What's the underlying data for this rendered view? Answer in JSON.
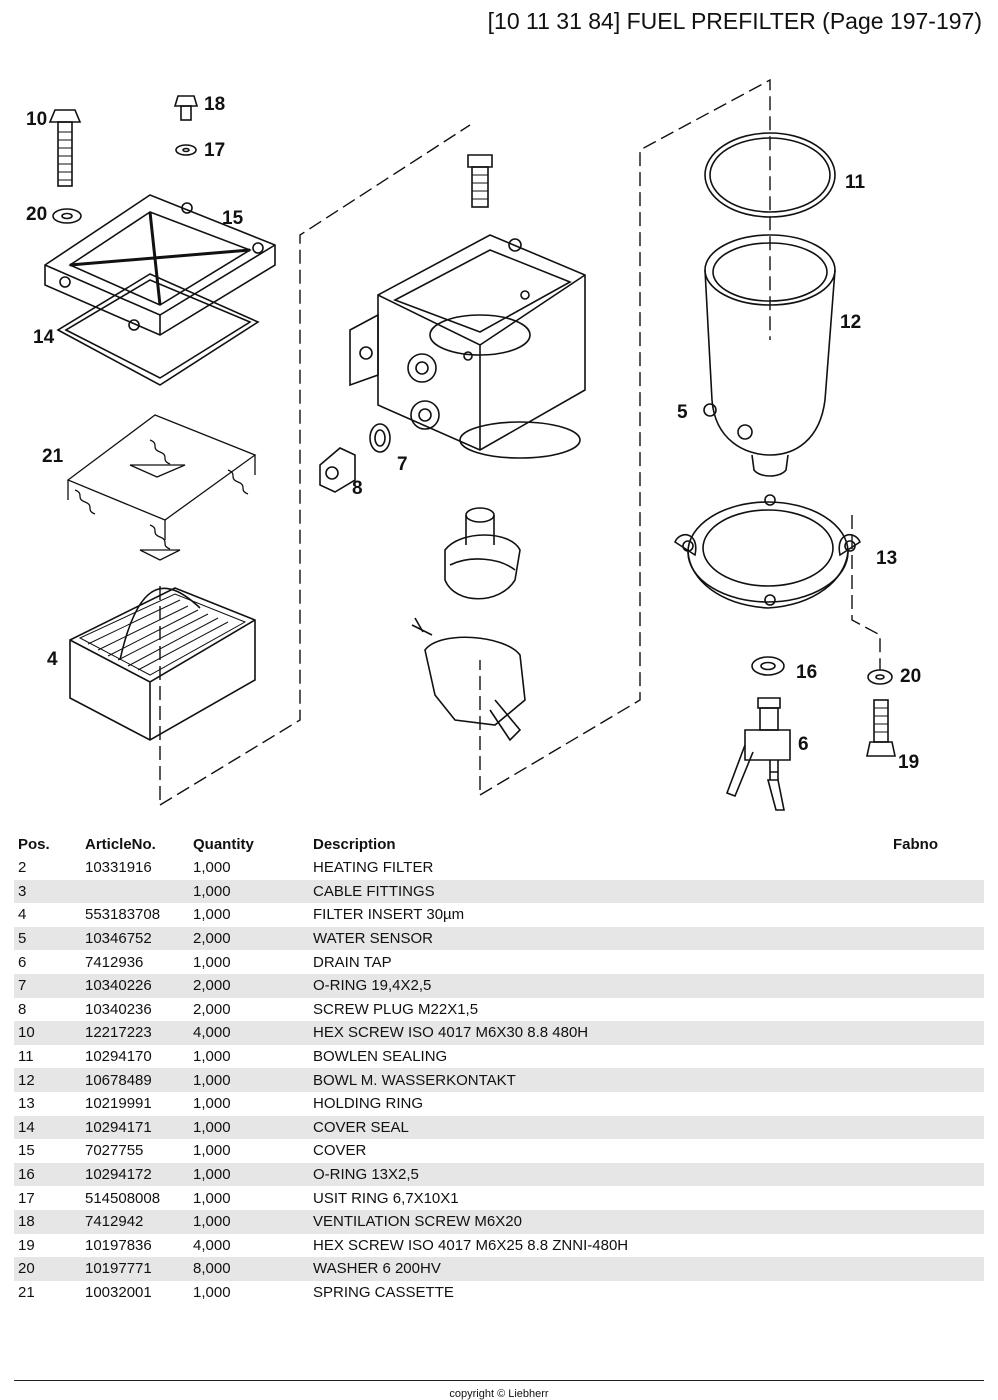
{
  "page": {
    "title": "[10 11 31 84] FUEL PREFILTER (Page 197-197)",
    "copyright": "copyright © Liebherr"
  },
  "diagram": {
    "callouts": [
      "10",
      "18",
      "17",
      "20",
      "15",
      "14",
      "21",
      "4",
      "11",
      "12",
      "5",
      "7",
      "8",
      "13",
      "16",
      "20",
      "6",
      "19"
    ]
  },
  "table": {
    "headers": {
      "pos": "Pos.",
      "article": "ArticleNo.",
      "qty": "Quantity",
      "desc": "Description",
      "fabno": "Fabno"
    },
    "rows": [
      {
        "pos": "2",
        "article": "10331916",
        "qty": "1,000",
        "desc": "HEATING FILTER",
        "fabno": ""
      },
      {
        "pos": "3",
        "article": "",
        "qty": "1,000",
        "desc": "CABLE FITTINGS",
        "fabno": ""
      },
      {
        "pos": "4",
        "article": "553183708",
        "qty": "1,000",
        "desc": "FILTER INSERT 30µm",
        "fabno": ""
      },
      {
        "pos": "5",
        "article": "10346752",
        "qty": "2,000",
        "desc": "WATER SENSOR",
        "fabno": ""
      },
      {
        "pos": "6",
        "article": "7412936",
        "qty": "1,000",
        "desc": "DRAIN TAP",
        "fabno": ""
      },
      {
        "pos": "7",
        "article": "10340226",
        "qty": "2,000",
        "desc": "O-RING 19,4X2,5",
        "fabno": ""
      },
      {
        "pos": "8",
        "article": "10340236",
        "qty": "2,000",
        "desc": "SCREW PLUG M22X1,5",
        "fabno": ""
      },
      {
        "pos": "10",
        "article": "12217223",
        "qty": "4,000",
        "desc": "HEX SCREW ISO 4017 M6X30 8.8 480H",
        "fabno": ""
      },
      {
        "pos": "11",
        "article": "10294170",
        "qty": "1,000",
        "desc": "BOWLEN SEALING",
        "fabno": ""
      },
      {
        "pos": "12",
        "article": "10678489",
        "qty": "1,000",
        "desc": "BOWL M. WASSERKONTAKT",
        "fabno": ""
      },
      {
        "pos": "13",
        "article": "10219991",
        "qty": "1,000",
        "desc": "HOLDING RING",
        "fabno": ""
      },
      {
        "pos": "14",
        "article": "10294171",
        "qty": "1,000",
        "desc": "COVER SEAL",
        "fabno": ""
      },
      {
        "pos": "15",
        "article": "7027755",
        "qty": "1,000",
        "desc": "COVER",
        "fabno": ""
      },
      {
        "pos": "16",
        "article": "10294172",
        "qty": "1,000",
        "desc": "O-RING 13X2,5",
        "fabno": ""
      },
      {
        "pos": "17",
        "article": "514508008",
        "qty": "1,000",
        "desc": "USIT RING 6,7X10X1",
        "fabno": ""
      },
      {
        "pos": "18",
        "article": "7412942",
        "qty": "1,000",
        "desc": "VENTILATION SCREW M6X20",
        "fabno": ""
      },
      {
        "pos": "19",
        "article": "10197836",
        "qty": "4,000",
        "desc": "HEX SCREW ISO 4017 M6X25 8.8 ZNNI-480H",
        "fabno": ""
      },
      {
        "pos": "20",
        "article": "10197771",
        "qty": "8,000",
        "desc": "WASHER 6 200HV",
        "fabno": ""
      },
      {
        "pos": "21",
        "article": "10032001",
        "qty": "1,000",
        "desc": "SPRING CASSETTE",
        "fabno": ""
      }
    ]
  }
}
